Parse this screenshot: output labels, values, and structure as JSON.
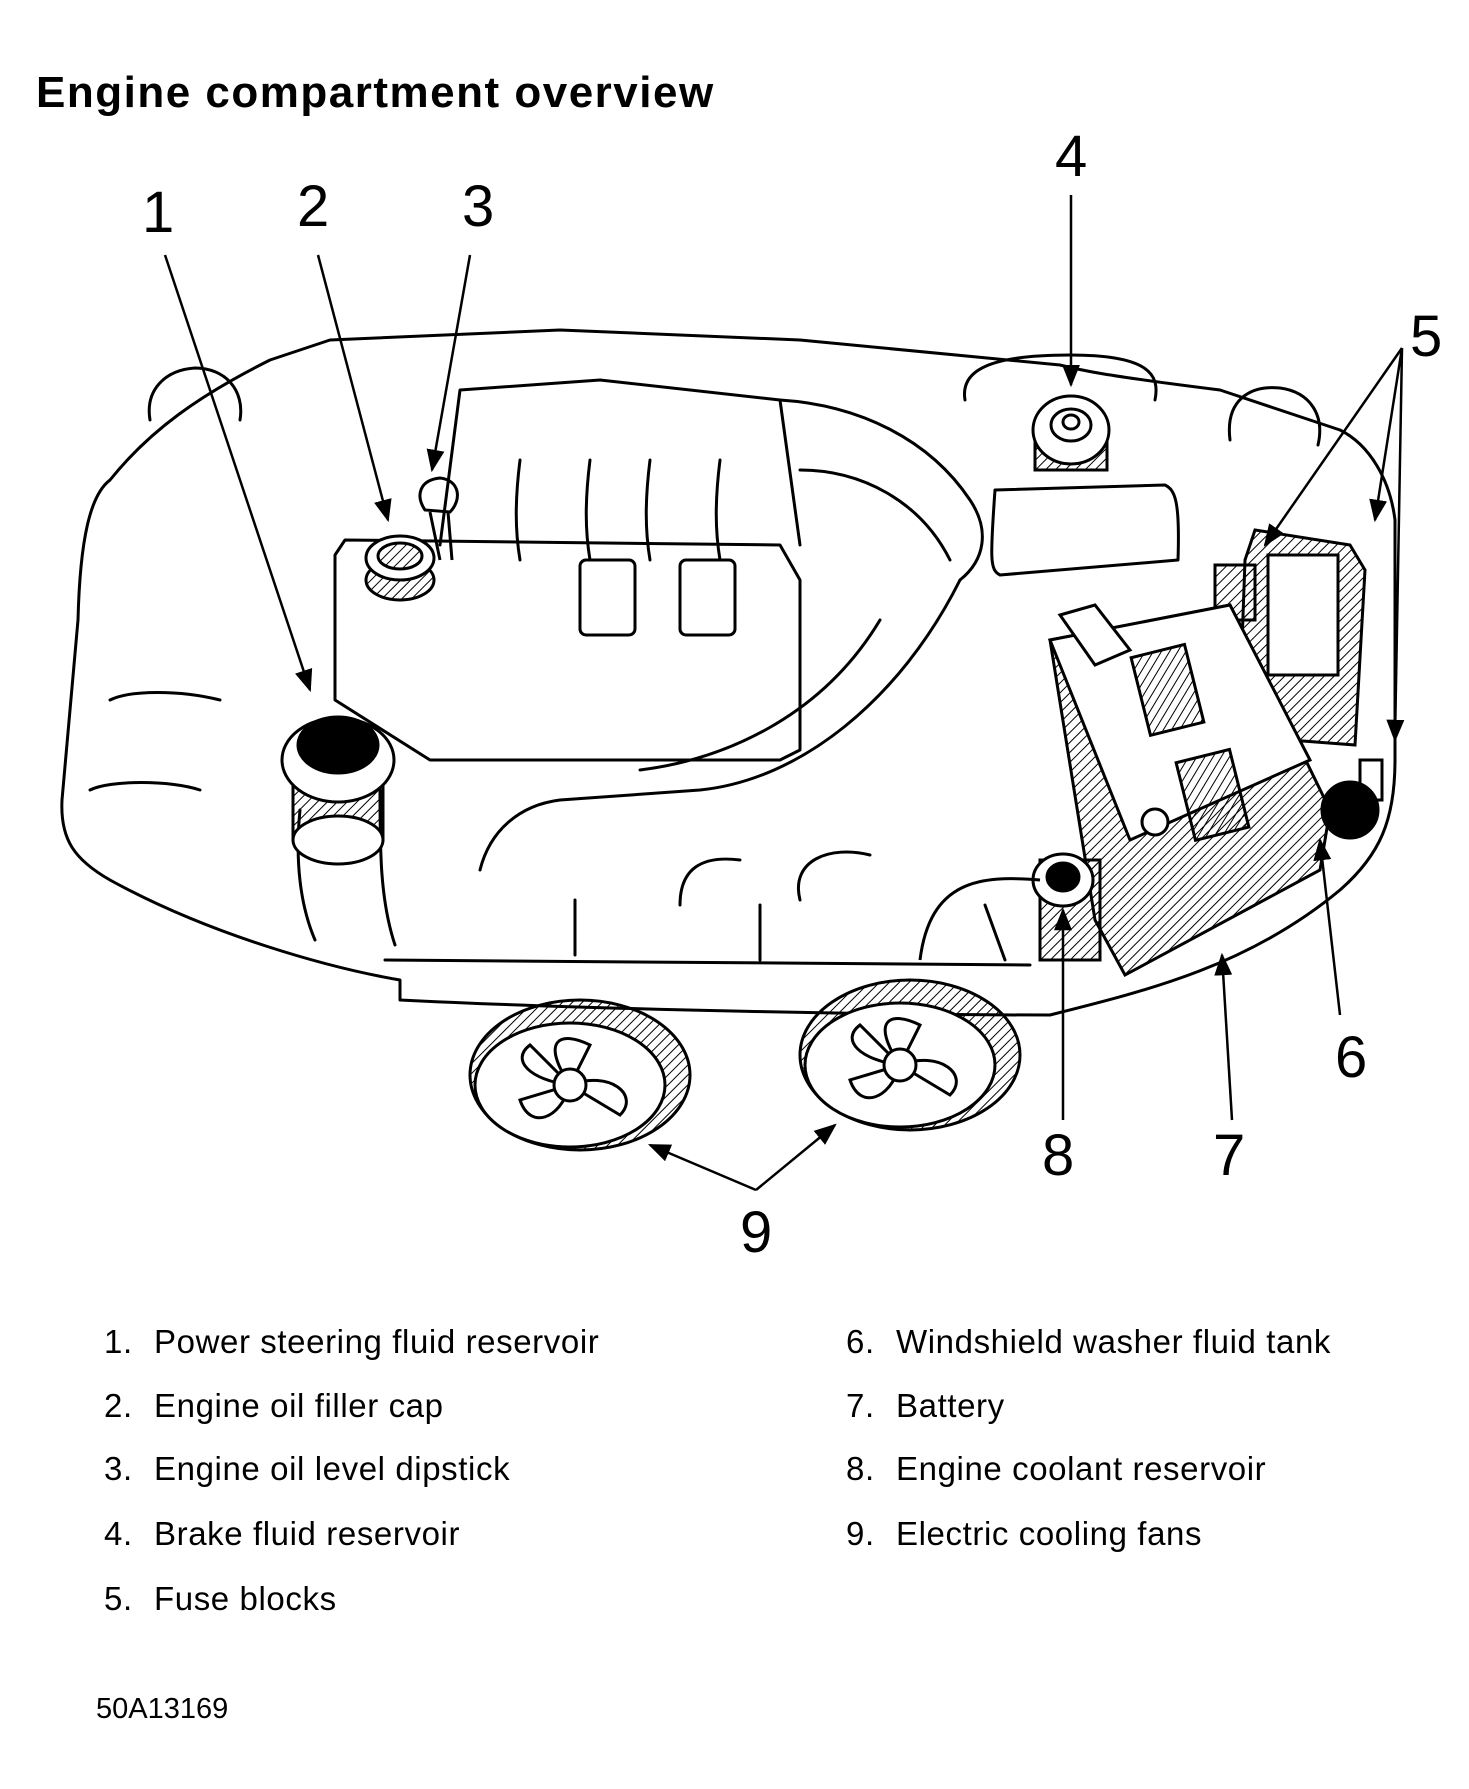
{
  "title": "Engine compartment overview",
  "callouts": [
    "1",
    "2",
    "3",
    "4",
    "5",
    "6",
    "7",
    "8",
    "9"
  ],
  "legend": [
    {
      "num": "1.",
      "text": "Power steering fluid reservoir"
    },
    {
      "num": "2.",
      "text": "Engine oil filler cap"
    },
    {
      "num": "3.",
      "text": "Engine oil level dipstick"
    },
    {
      "num": "4.",
      "text": "Brake fluid reservoir"
    },
    {
      "num": "5.",
      "text": "Fuse blocks"
    },
    {
      "num": "6.",
      "text": "Windshield washer fluid tank"
    },
    {
      "num": "7.",
      "text": "Battery"
    },
    {
      "num": "8.",
      "text": "Engine coolant reservoir"
    },
    {
      "num": "9.",
      "text": "Electric cooling fans"
    }
  ],
  "figure_code": "50A13169"
}
